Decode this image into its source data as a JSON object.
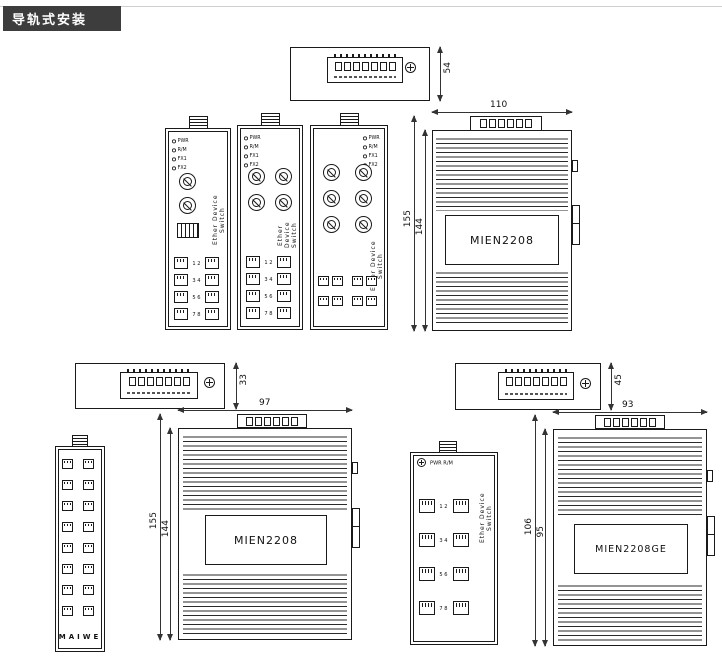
{
  "page": {
    "title": "导轨式安装"
  },
  "common": {
    "side_text": "Ether Device Switch",
    "led_labels": [
      "PWR",
      "R/M",
      "FX1",
      "FX2"
    ],
    "port_rows": [
      "1 2",
      "3 4",
      "5 6",
      "7 8"
    ]
  },
  "dims": {
    "top_view_1_height": "54",
    "top_view_2_height": "33",
    "top_view_3_height": "45",
    "side_1_width": "110",
    "side_1_height_outer": "155",
    "side_1_height_inner": "144",
    "side_2_width": "97",
    "side_2_height_outer": "155",
    "side_2_height_inner": "144",
    "side_3_width": "93",
    "side_3_height_outer": "106",
    "side_3_height_inner": "95"
  },
  "models": {
    "side_1": "MIEN2208",
    "side_2": "MIEN2208",
    "side_3": "MIEN2208GE"
  },
  "front_d": {
    "status_labels": "PWR R/M"
  },
  "brand": {
    "name": "MAIWE"
  }
}
